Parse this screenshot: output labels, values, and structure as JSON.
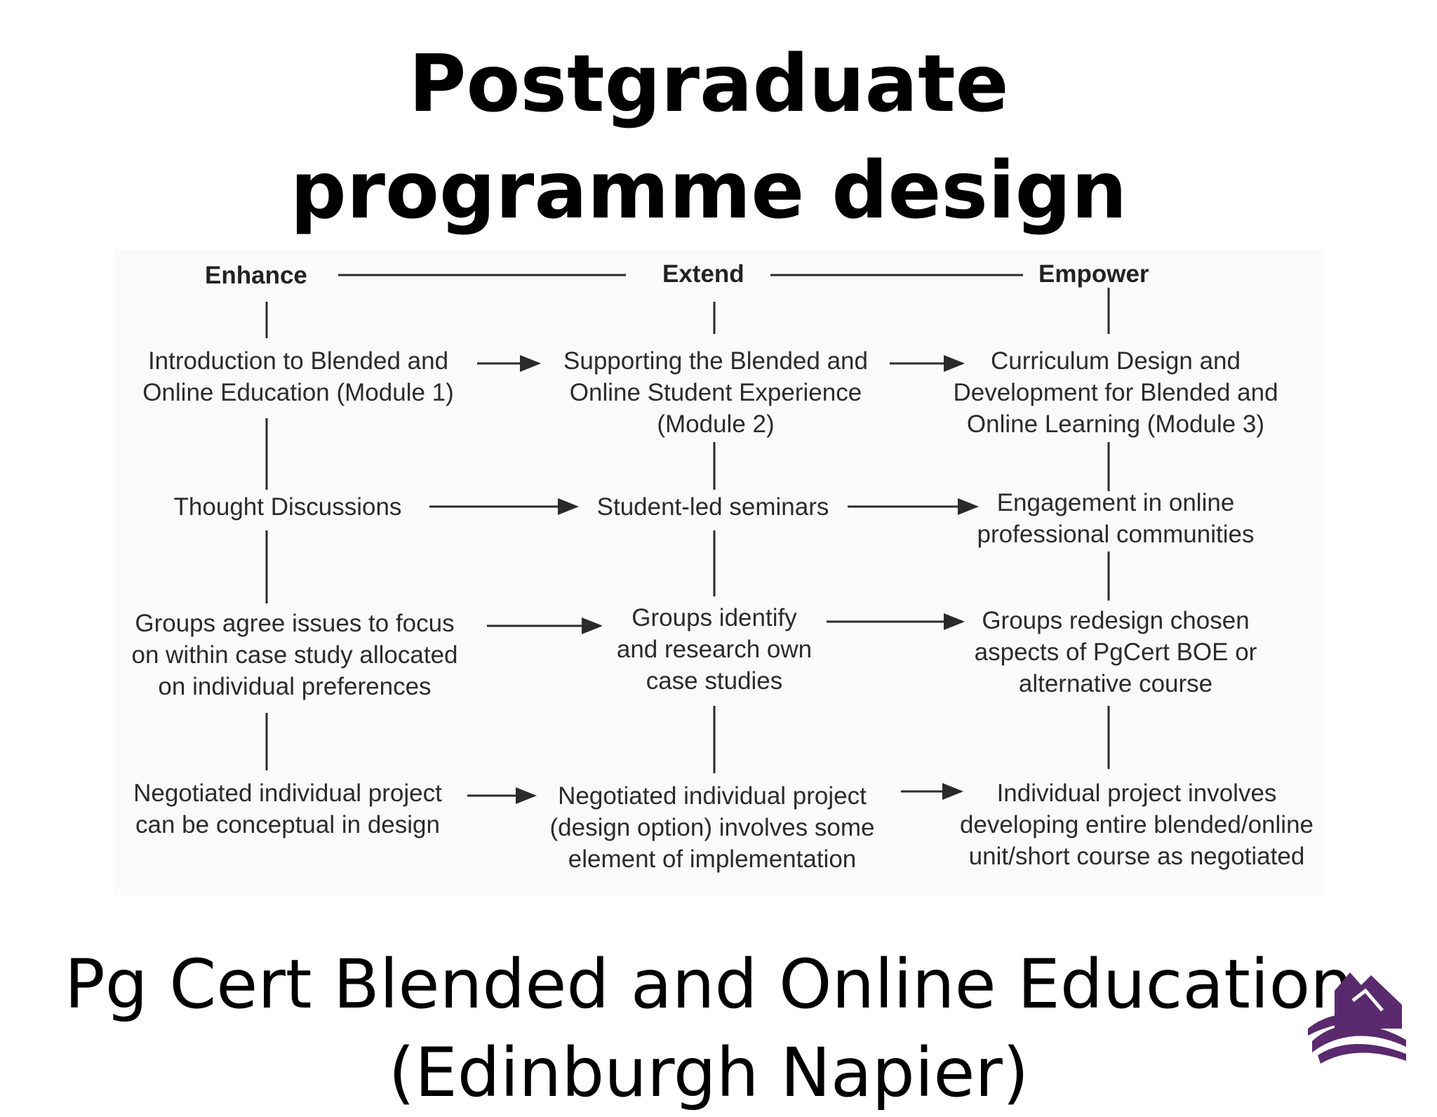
{
  "slide": {
    "title": "Postgraduate programme design",
    "footer_title": "Pg Cert Blended and Online Education\n(Edinburgh Napier)"
  },
  "diagram": {
    "columns": [
      "Enhance",
      "Extend",
      "Empower"
    ],
    "rows": [
      [
        "Introduction to Blended and\nOnline Education (Module 1)",
        "Supporting the Blended and\nOnline Student Experience\n(Module 2)",
        "Curriculum Design and\nDevelopment for Blended and\nOnline Learning (Module 3)"
      ],
      [
        "Thought Discussions",
        "Student-led seminars",
        "Engagement in online\nprofessional communities"
      ],
      [
        "Groups agree issues to focus\non within case study allocated\non individual preferences",
        "Groups identify\nand research own\ncase studies",
        "Groups redesign chosen\naspects of PgCert BOE or\nalternative course"
      ],
      [
        "Negotiated individual project\ncan be conceptual in design",
        "Negotiated individual project\n(design option) involves some\nelement of implementation",
        "Individual project involves\ndeveloping entire blended/online\nunit/short course as negotiated"
      ]
    ]
  },
  "colors": {
    "logo_primary": "#5b2a6e",
    "diagram_lines": "#2a2a2a"
  },
  "icons": {
    "logo": "edinburgh-napier-logo"
  }
}
